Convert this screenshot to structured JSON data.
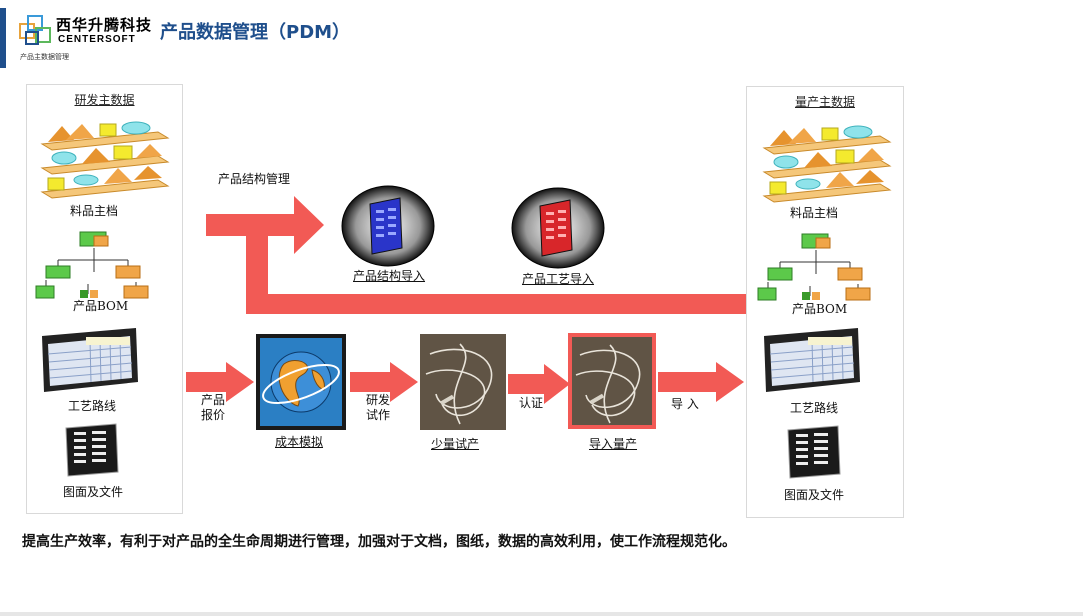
{
  "header": {
    "logo_cn": "西华升腾科技",
    "logo_en": "CENTERSOFT",
    "logo_sub": "产品主数据管理",
    "title": "产品数据管理（PDM）"
  },
  "left_panel": {
    "title": "研发主数据",
    "items": [
      "料品主档",
      "产品BOM",
      "工艺路线",
      "图面及文件"
    ]
  },
  "right_panel": {
    "title": "量产主数据",
    "items": [
      "料品主档",
      "产品BOM",
      "工艺路线",
      "图面及文件"
    ]
  },
  "flow": {
    "structure_mgmt_label": "产品结构管理",
    "struct_import": "产品结构导入",
    "process_import": "产品工艺导入",
    "arrow_quote_l1": "产品",
    "arrow_quote_l2": "报价",
    "cost_sim": "成本模拟",
    "arrow_trial_l1": "研发",
    "arrow_trial_l2": "试作",
    "small_trial": "少量试产",
    "arrow_cert": "认证",
    "mass_import": "导入量产",
    "arrow_import": "导 入"
  },
  "footer": {
    "text": "提高生产效率，有利于对产品的全生命周期进行管理，加强对于文档，图纸，数据的高效利用，使工作流程规范化。"
  },
  "colors": {
    "arrow_red": "#f25a55",
    "title_blue": "#1f4f8c",
    "struct_icon_blue": "#2a35c9",
    "process_icon_red": "#d8262a"
  },
  "icons": [
    "shelf-icon",
    "bom-tree-icon",
    "spreadsheet-icon",
    "document-icon",
    "globe-icon",
    "fiber-icon"
  ]
}
